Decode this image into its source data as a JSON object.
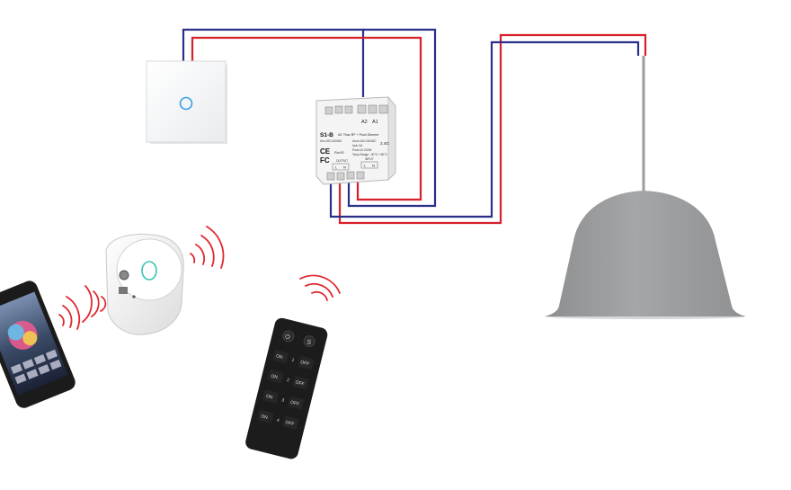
{
  "colors": {
    "wire_red": "#d8202a",
    "wire_blue": "#2a2f8a",
    "signal_red": "#e02830",
    "lamp_grey": "#9a9c9e",
    "remote_black": "#1c1c1c",
    "switch_glow": "#3aa0e8"
  },
  "dimmer": {
    "model": "S1-B",
    "title": "AC Triac RF + Push Dimmer",
    "terminals_top": [
      "A2",
      "A1"
    ],
    "spec_left": "Uin=100-240VAC",
    "spec_right": [
      "Uout=100-240VAC",
      "Iout=1A",
      "Pout=10-240W",
      "Temp Range: -30°C~+50°C"
    ],
    "freq": "2.4G",
    "marks": [
      "CE",
      "FC",
      "RoHS"
    ],
    "output_label": "OUTPUT",
    "input_label": "INPUT",
    "output_terms": [
      "L",
      "N"
    ],
    "input_terms": [
      "L",
      "N"
    ]
  },
  "remote": {
    "top_buttons": [
      "⏻",
      "S"
    ],
    "zones": [
      {
        "on": "ON",
        "num": "1",
        "off": "OFF"
      },
      {
        "on": "ON",
        "num": "2",
        "off": "OFF"
      },
      {
        "on": "ON",
        "num": "3",
        "off": "OFF"
      },
      {
        "on": "ON",
        "num": "4",
        "off": "OFF"
      }
    ]
  },
  "icons": {
    "signal": "rf-signal-waves-icon",
    "switch": "touch-switch-icon",
    "lamp": "pendant-lamp-icon",
    "phone": "smartphone-icon",
    "gateway": "wifi-gateway-icon",
    "remote": "rf-remote-icon"
  }
}
